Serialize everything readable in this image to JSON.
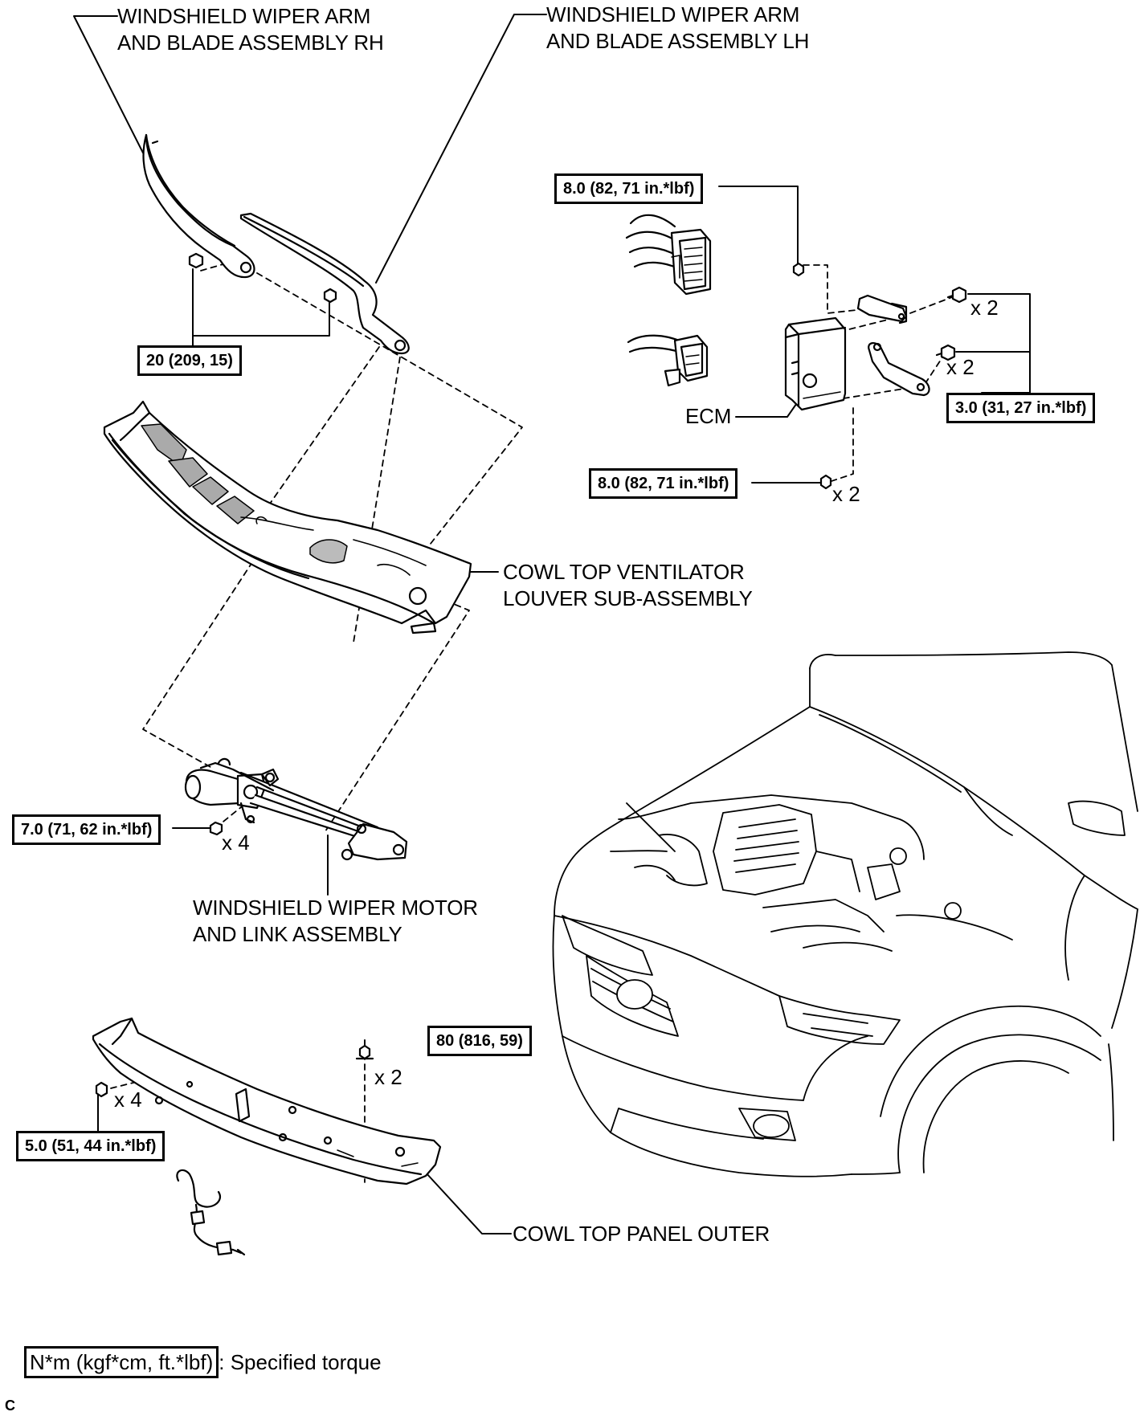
{
  "labels": {
    "wiper_rh_line1": "WINDSHIELD WIPER ARM",
    "wiper_rh_line2": "AND BLADE ASSEMBLY RH",
    "wiper_lh_line1": "WINDSHIELD WIPER ARM",
    "wiper_lh_line2": "AND BLADE ASSEMBLY LH",
    "ecm": "ECM",
    "louver_line1": "COWL TOP VENTILATOR",
    "louver_line2": "LOUVER SUB-ASSEMBLY",
    "motor_line1": "WINDSHIELD WIPER MOTOR",
    "motor_line2": "AND LINK ASSEMBLY",
    "panel_outer": "COWL TOP PANEL OUTER"
  },
  "torques": {
    "wiper_nut": "20 (209, 15)",
    "ecm_bracket_nut_top": "8.0 (82, 71 in.*lbf)",
    "ecm_bolts": "3.0 (31, 27 in.*lbf)",
    "ecm_nut_bottom": "8.0 (82, 71 in.*lbf)",
    "motor_bolts": "7.0 (71, 62 in.*lbf)",
    "panel_nut": "80 (816, 59)",
    "panel_bolts": "5.0 (51, 44 in.*lbf)"
  },
  "quantities": {
    "ecm_bolt_upper": "x 2",
    "ecm_bolt_lower": "x 2",
    "ecm_nut": "x 2",
    "motor_bolt": "x 4",
    "panel_nut": "x 2",
    "panel_bolt": "x 4"
  },
  "legend": {
    "unit": "N*m (kgf*cm, ft.*lbf)",
    "suffix": ": Specified torque"
  },
  "corner_mark": "C"
}
